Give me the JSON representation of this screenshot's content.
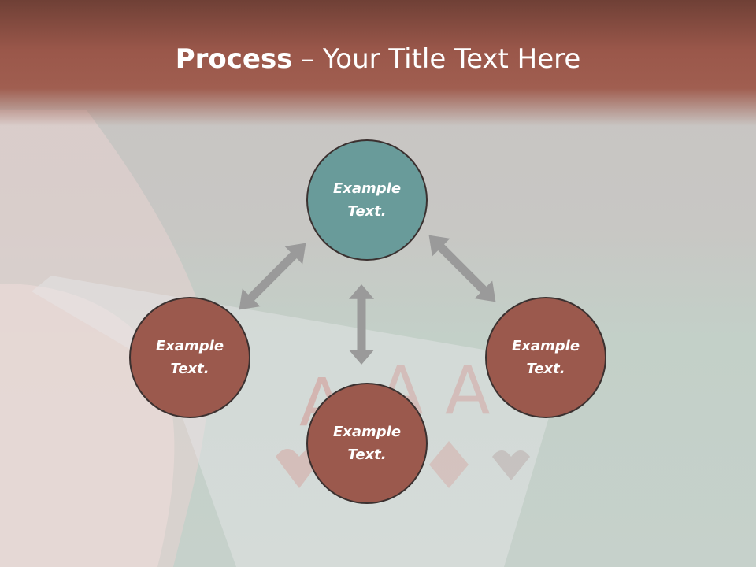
{
  "title": {
    "bold": "Process",
    "rest": " – Your Title Text Here"
  },
  "nodes": {
    "top": "Example Text.",
    "left": "Example Text.",
    "right": "Example Text.",
    "bottom": "Example Text."
  },
  "colors": {
    "header": "#9a574a",
    "node_center": "#699b9a",
    "node_outer": "#9b594d",
    "node_border": "#3b3130",
    "arrow": "#9a9a9a"
  }
}
